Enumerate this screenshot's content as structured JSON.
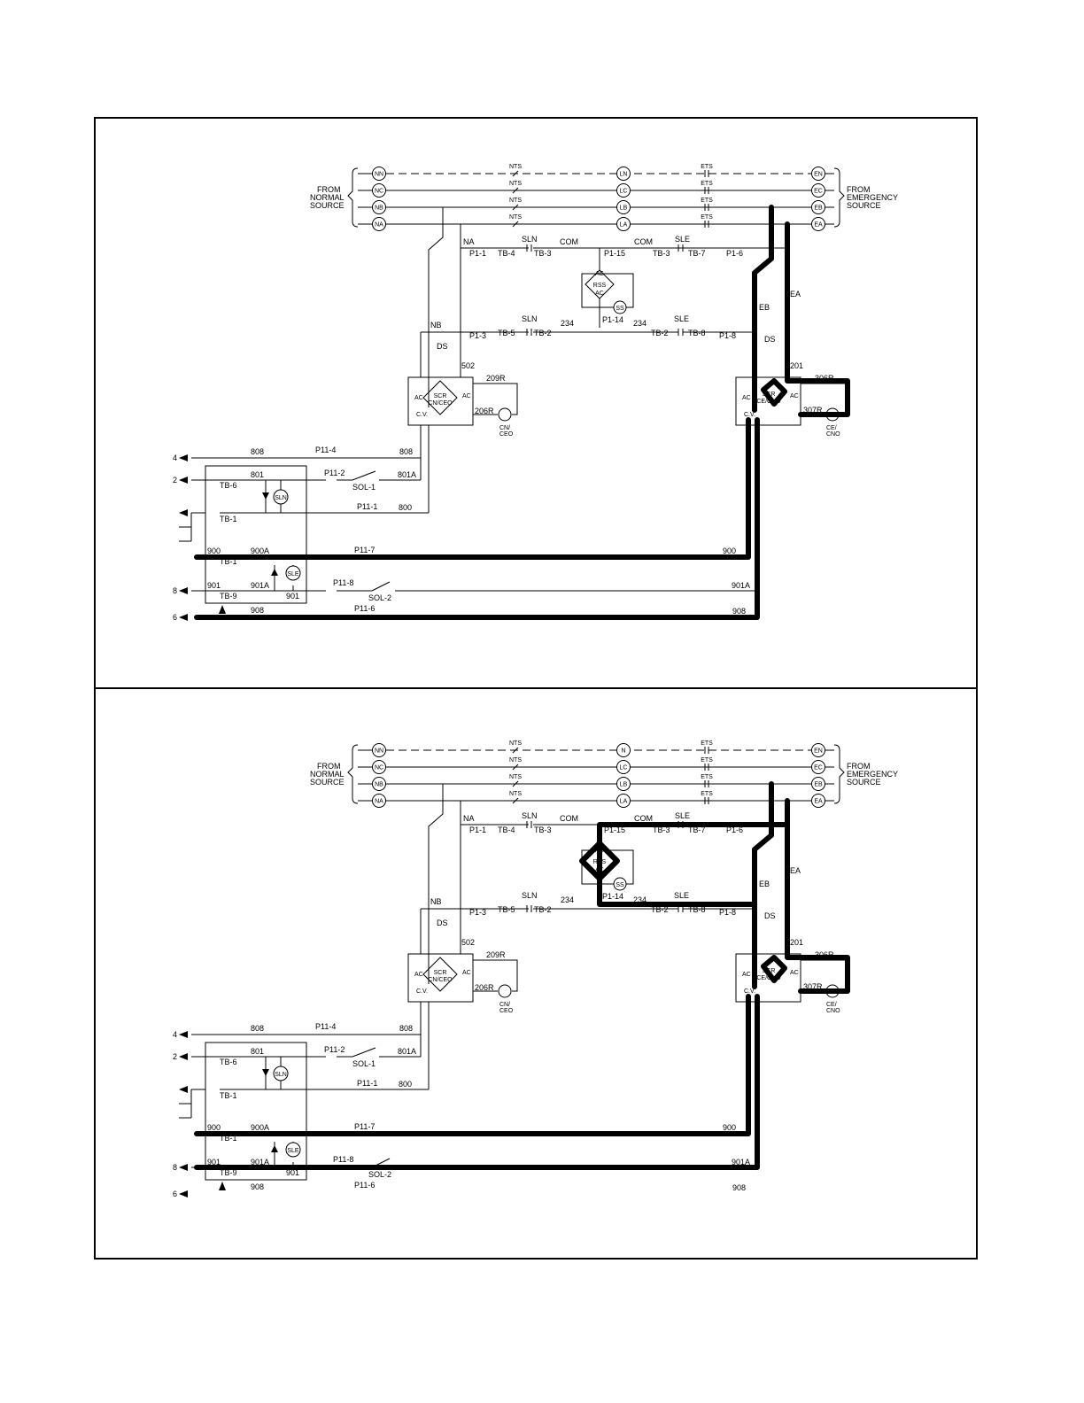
{
  "panels": [
    {
      "id": "top",
      "source_left": [
        "FROM",
        "NORMAL",
        "SOURCE"
      ],
      "source_right": [
        "FROM",
        "EMERGENCY",
        "SOURCE"
      ],
      "normal_terminals": [
        "NN",
        "NC",
        "NB",
        "NA"
      ],
      "load_terminals": [
        "LN",
        "LC",
        "LB",
        "LA"
      ],
      "emergency_terminals": [
        "EN",
        "EC",
        "EB",
        "EA"
      ],
      "nts": "NTS",
      "ets": "ETS",
      "labels": {
        "na": "NA",
        "nb": "NB",
        "p1_1": "P1-1",
        "tb_4": "TB-4",
        "sln1": "SLN",
        "tb_3a": "TB-3",
        "com1": "COM",
        "p1_15": "P1-15",
        "com2": "COM",
        "tb_3b": "TB-3",
        "sle1": "SLE",
        "tb_7": "TB-7",
        "p1_6": "P1-6",
        "ac1": "AC",
        "rss": "RSS",
        "ac2": "AC",
        "ss": "SS",
        "p1_14": "P1-14",
        "n234a": "234",
        "n234b": "234",
        "p1_3": "P1-3",
        "tb_5": "TB-5",
        "sln2": "SLN",
        "tb_2a": "TB-2",
        "tb_2b": "TB-2",
        "sle2": "SLE",
        "tb_8": "TB-8",
        "p1_8": "P1-8",
        "ds_l": "DS",
        "n502": "502",
        "n209r": "209R",
        "n206r": "206R",
        "scr_l": "SCR",
        "scr_l2": "CN/CEO",
        "ac_l1": "AC",
        "ac_l2": "AC",
        "cv_l": "C.V.",
        "cn_ceo": "CN/",
        "cn_ceo2": "CEO",
        "eb": "EB",
        "ea": "EA",
        "ds_r": "DS",
        "n201": "201",
        "n306r": "306R",
        "n307r": "307R",
        "scr_r": "SCR",
        "scr_r2": "CE/CNO",
        "ac_r1": "AC",
        "ac_r2": "AC",
        "cv_r": "C.V.",
        "ce_cno": "CE/",
        "ce_cno2": "CNO",
        "w_4": "4",
        "w_2": "2",
        "w_8": "8",
        "w_6": "6",
        "n808a": "808",
        "p11_4": "P11-4",
        "n808b": "808",
        "n801": "801",
        "p11_2": "P11-2",
        "n801a": "801A",
        "sol_1": "SOL-1",
        "tb_6": "TB-6",
        "sln_c": "SLN",
        "tb_1a": "TB-1",
        "p11_1": "P11-1",
        "n800": "800",
        "n900": "900",
        "n900a": "900A",
        "p11_7": "P11-7",
        "n900r": "900",
        "tb_1b": "TB-1",
        "sle_c": "SLE",
        "n901": "901",
        "n901a": "901A",
        "p11_8": "P11-8",
        "sol_2": "SOL-2",
        "n901ar": "901A",
        "tb_9": "TB-9",
        "n901b": "901",
        "n908": "908",
        "p11_6": "P11-6",
        "n908r": "908"
      }
    },
    {
      "id": "bottom",
      "source_left": [
        "FROM",
        "NORMAL",
        "SOURCE"
      ],
      "source_right": [
        "FROM",
        "EMERGENCY",
        "SOURCE"
      ],
      "normal_terminals": [
        "NN",
        "NC",
        "NB",
        "NA"
      ],
      "load_terminals": [
        "N",
        "LC",
        "LB",
        "LA"
      ],
      "emergency_terminals": [
        "EN",
        "EC",
        "EB",
        "EA"
      ],
      "nts": "NTS",
      "ets": "ETS",
      "labels": {
        "na": "NA",
        "nb": "NB",
        "p1_1": "P1-1",
        "tb_4": "TB-4",
        "sln1": "SLN",
        "tb_3a": "TB-3",
        "com1": "COM",
        "p1_15": "P1-15",
        "com2": "COM",
        "tb_3b": "TB-3",
        "sle1": "SLE",
        "tb_7": "TB-7",
        "p1_6": "P1-6",
        "ac1": "AC",
        "rss": "RSS",
        "ac2": "AC",
        "ss": "SS",
        "p1_14": "P1-14",
        "n234a": "234",
        "n234b": "234",
        "p1_3": "P1-3",
        "tb_5": "TB-5",
        "sln2": "SLN",
        "tb_2a": "TB-2",
        "tb_2b": "TB-2",
        "sle2": "SLE",
        "tb_8": "TB-8",
        "p1_8": "P1-8",
        "ds_l": "DS",
        "n502": "502",
        "n209r": "209R",
        "n206r": "206R",
        "scr_l": "SCR",
        "scr_l2": "CN/CEO",
        "ac_l1": "AC",
        "ac_l2": "AC",
        "cv_l": "C.V.",
        "cn_ceo": "CN/",
        "cn_ceo2": "CEO",
        "eb": "EB",
        "ea": "EA",
        "ds_r": "DS",
        "n201": "201",
        "n306r": "306R",
        "n307r": "307R",
        "scr_r": "SCR",
        "scr_r2": "CE/CNO",
        "ac_r1": "AC",
        "ac_r2": "AC",
        "cv_r": "C.V.",
        "ce_cno": "CE/",
        "ce_cno2": "CNO",
        "w_4": "4",
        "w_2": "2",
        "w_8": "8",
        "w_6": "6",
        "n808a": "808",
        "p11_4": "P11-4",
        "n808b": "808",
        "n801": "801",
        "p11_2": "P11-2",
        "n801a": "801A",
        "sol_1": "SOL-1",
        "tb_6": "TB-6",
        "sln_c": "SLN",
        "tb_1a": "TB-1",
        "p11_1": "P11-1",
        "n800": "800",
        "n900": "900",
        "n900a": "900A",
        "p11_7": "P11-7",
        "n900r": "900",
        "tb_1b": "TB-1",
        "sle_c": "SLE",
        "n901": "901",
        "n901a": "901A",
        "p11_8": "P11-8",
        "sol_2": "SOL-2",
        "n901ar": "901A",
        "tb_9": "TB-9",
        "n901b": "901",
        "n908": "908",
        "p11_6": "P11-6",
        "n908r": "908"
      }
    }
  ]
}
